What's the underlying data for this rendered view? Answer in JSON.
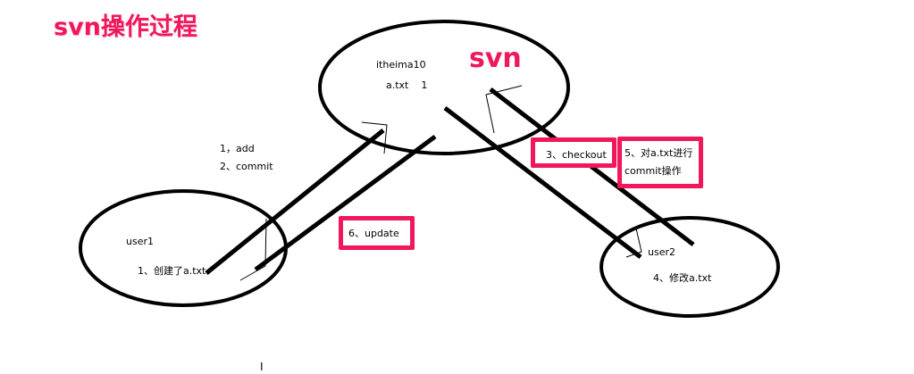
{
  "title": "svn操作过程",
  "server": {
    "name": "itheima10",
    "file": "a.txt    1",
    "label": "svn"
  },
  "user1": {
    "name": "user1",
    "step1": "1、创建了a.txt"
  },
  "user2": {
    "name": "user2",
    "step4": "4、修改a.txt"
  },
  "steps": {
    "add": "1，add",
    "commit": "2、commit",
    "checkout": "3、checkout",
    "commit_op_line1": "5、对a.txt进行",
    "commit_op_line2": "commit操作",
    "update": "6、update"
  },
  "cursor_glyph": "I",
  "colors": {
    "accent": "#f0175a",
    "stroke": "#000000"
  }
}
